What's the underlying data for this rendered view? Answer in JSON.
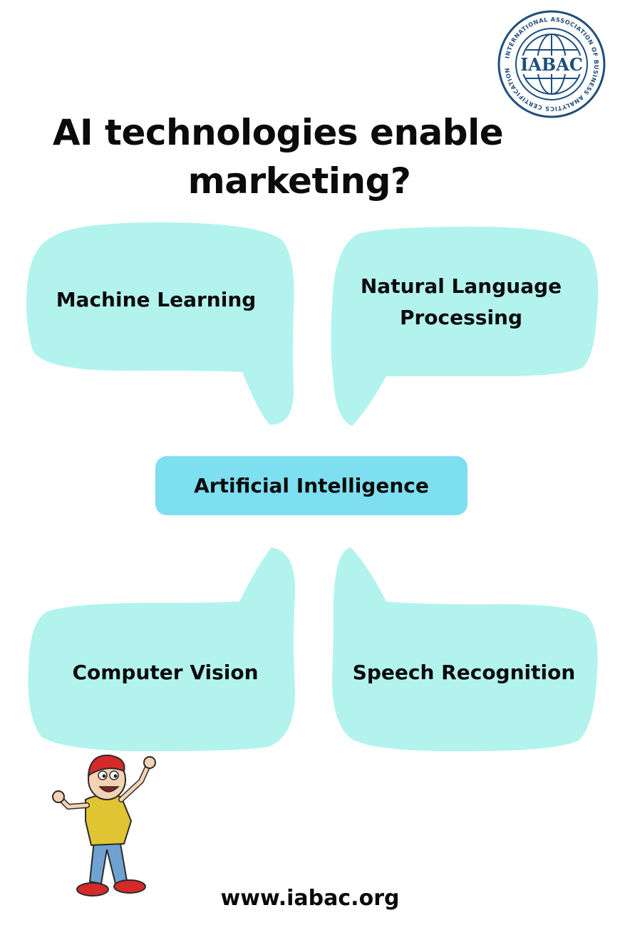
{
  "logo": {
    "text": "IABAC",
    "ring_text": "INTERNATIONAL ASSOCIATION OF BUSINESS ANALYTICS CERTIFICATION",
    "colors": {
      "primary": "#1f4e7a",
      "secondary": "#3b76a8"
    }
  },
  "title": {
    "line1": "AI technologies enable",
    "line2": "marketing?"
  },
  "center": {
    "label": "Artificial Intelligence",
    "color": "#7ddff0"
  },
  "bubbles": {
    "top_left": "Machine Learning",
    "top_right_line1": "Natural Language",
    "top_right_line2": "Processing",
    "bottom_left": "Computer Vision",
    "bottom_right": "Speech Recognition",
    "color": "#b3f3ee"
  },
  "footer": {
    "website": "www.iabac.org"
  }
}
